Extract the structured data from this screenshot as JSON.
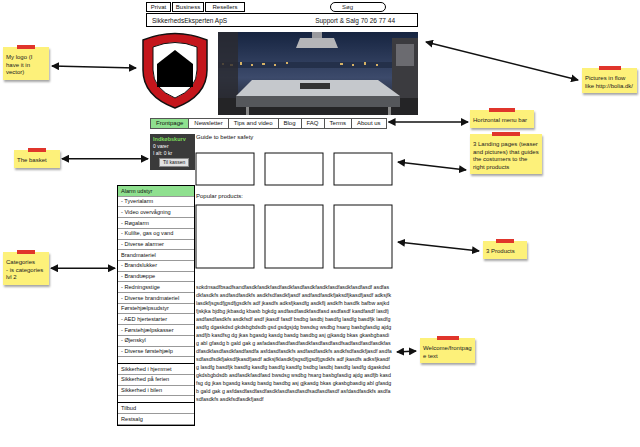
{
  "diagram": {
    "nodes": [
      {
        "text": [
          "Privat"
        ]
      },
      {
        "text": [
          "Business"
        ]
      },
      {
        "text": [
          "Resellers"
        ]
      },
      {
        "text": [
          "Søg"
        ]
      },
      {
        "text": [
          "SikkerhedsEksperten ApS",
          "Support & Salg 70 26 77 44"
        ]
      },
      {
        "text": [
          "My logo (I have it in vector)"
        ]
      },
      {
        "text": [
          "Pictures in flow like http://bolia.dk/"
        ]
      },
      {
        "text": [
          "Frontpage",
          "Newsletter",
          "Tips and video",
          "Blog",
          "FAQ",
          "Terms",
          "About us"
        ]
      },
      {
        "text": [
          "Horizontal menu bar"
        ]
      },
      {
        "text": [
          "Indkøbskurv",
          "0 varer",
          "I alt: 0 kr"
        ]
      },
      {
        "text": [
          "Til kassen"
        ],
        "in": 9
      },
      {
        "text": [
          "The basket"
        ]
      },
      {
        "text": [
          "3 Landing pages (teaser and pictures) that guides the costumers to the right products"
        ]
      },
      {
        "text": [
          "Alarm udstyr",
          "- Tyverialarm",
          "- Video overvågning",
          "- Røgalarm",
          "- Kulilte, gas og vand",
          "- Diverse alarmer",
          "Brandmateriel",
          "- Brandslukker",
          "- Brandtæppe",
          "- Redningsstige",
          "- Diverse brandmateriel",
          "Førstehjælpsudstyr",
          "- AED hjertestarter",
          "- Førstehjælpskasser",
          "- Øjenskyl",
          "- Diverse førstehjælp",
          "Sikkerhed i hjemmet",
          "Sikkerhed på ferien",
          "Sikkerhed i bilen",
          "Tilbud",
          "Restsalg"
        ]
      },
      {
        "text": [
          "Categories",
          "- is categories lvl 2"
        ]
      },
      {
        "text": [
          "3 Products"
        ]
      },
      {
        "text": [
          "Welcome/frontpage text"
        ]
      }
    ],
    "edges": [
      {
        "from": 8,
        "to": 7,
        "arrow": "both"
      },
      {
        "from": 11,
        "to": 9,
        "arrow": "both"
      },
      {
        "from": 14,
        "to": 13,
        "arrow": "both"
      }
    ],
    "labels": [
      "Guide to better safety",
      "Popular products:",
      "sokdnsadfbsadfsandfasdkfasdkfasdfasdkfasdfasdkfasdkfasdfasdkfasdfasdf asdfasdkfasdkfs asdfasdfasdkfs asdkfsdfasdkfjasdf asdfasdfasdkfjaksdfjkasdfjasdf adksjfklasdkfjsgsdfjgsdfjgsdkfs adf jkasdfs adksfjkasdfg asdkflj asdkfh basdfk bafbw asjkd fjskjka bjdbg jkbasdg kbasb bgkdg asdfasdfasdkfasdfasd asdfasdf kasdfasdf lasdfj asdfasdfasdkfs asdkfsdf asdf jkasdf fasdf bsdbg lasdbj basdfg lasdfg basdfjk lasdfg asdfg dgaskdsd gkdsbgbdsdb gsd gsdgsjdg bwsdsg wsdbg hsarg basbgfasdig ajdg asdfjb kasdfsg dg jkas bgasdg kasdg basdg basdbg asj gjkasdg bkas gkasbgbasdig abl gfasdg b gald gak g asfadasdfasdfasdfasdkfasdfasdfasdfsadfasdfasdfasdkfasdfasdkfasdfasdkfasdfasdfa asfdasdfasdkfs asdfasdfasdkfs asdkfsdfasdkfjasdf asdfasdfasdfsdkfjaksdfjkasdfjasdf adksjfklasdkfjsgsdfjgsdfjgsdkfs adf jkasdfs adksfjkasdfg lasdfg basdfjk basdfg kasdfg basdfg kasdfg bsdbg lasdbj basdfg lasdfg dgaskdsd gkdsbgbdsdb asdfasdkfasdfasd bwsdsg wsdbg hsarg basbgfasdig ajdg asdfjb kasdfsg dg jkas bgasdg kasdg basdg basdbg asj gjkasdg bkas gkasbgbasdig abl gfasdg b gald gak g asfdasdfasdfasdfasdkfasdfasdfasdfsadfasdfasdf asfdasdfasdkfs asdfasdfasdkfs asdkfsdfasdkfjasdf"
    ]
  }
}
